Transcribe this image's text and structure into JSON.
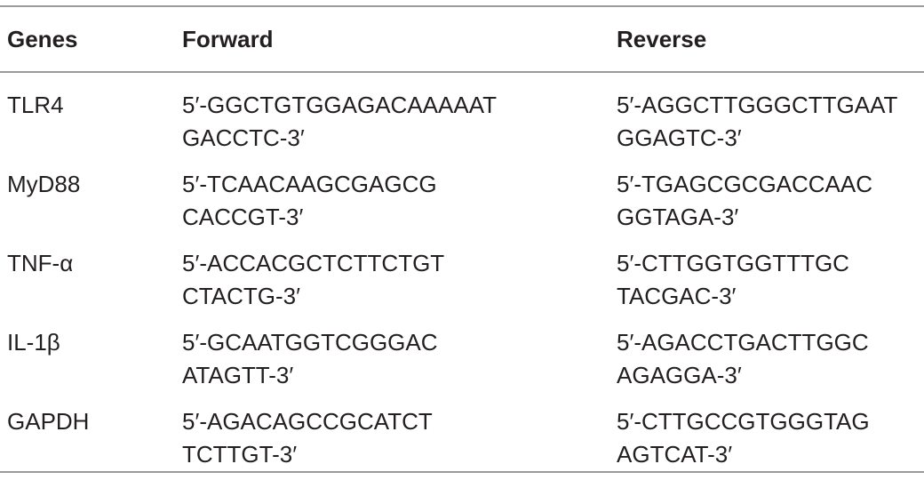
{
  "table": {
    "headers": [
      "Genes",
      "Forward",
      "Reverse"
    ],
    "rows": [
      {
        "gene": "TLR4",
        "forward": [
          "5′-GGCTGTGGAGACAAAAAT",
          "GACCTC-3′"
        ],
        "reverse": [
          "5′-AGGCTTGGGCTTGAAT",
          "GGAGTC-3′"
        ]
      },
      {
        "gene": "MyD88",
        "forward": [
          "5′-TCAACAAGCGAGCG",
          "CACCGT-3′"
        ],
        "reverse": [
          "5′-TGAGCGCGACCAAC",
          "GGTAGA-3′"
        ]
      },
      {
        "gene": "TNF-α",
        "forward": [
          "5′-ACCACGCTCTTCTGT",
          "CTACTG-3′"
        ],
        "reverse": [
          "5′-CTTGGTGGTTTGC",
          "TACGAC-3′"
        ]
      },
      {
        "gene": "IL-1β",
        "forward": [
          "5′-GCAATGGTCGGGAC",
          "ATAGTT-3′"
        ],
        "reverse": [
          "5′-AGACCTGACTTGGC",
          "AGAGGA-3′"
        ]
      },
      {
        "gene": "GAPDH",
        "forward": [
          "5′-AGACAGCCGCATCT",
          "TCTTGT-3′"
        ],
        "reverse": [
          "5′-CTTGCCGTGGGTAG",
          "AGTCAT-3′"
        ]
      }
    ]
  }
}
